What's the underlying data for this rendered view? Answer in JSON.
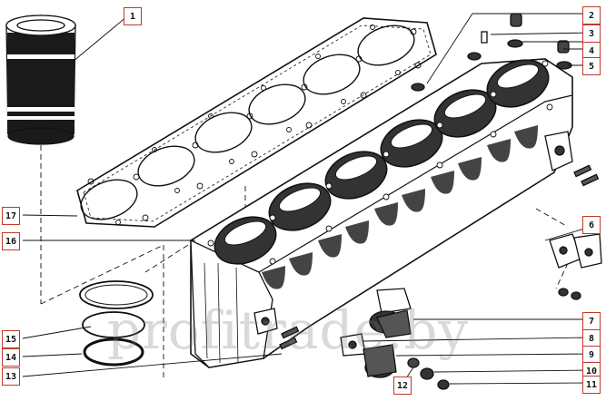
{
  "watermark": "profitrade.by",
  "colors": {
    "callout_border": "#c0392b",
    "line": "#111111",
    "bore": "#333333"
  },
  "callouts": {
    "c1": "1",
    "c2": "2",
    "c3": "3",
    "c4": "4",
    "c5": "5",
    "c6": "6",
    "c7": "7",
    "c8": "8",
    "c9": "9",
    "c10": "10",
    "c11": "11",
    "c12": "12",
    "c13": "13",
    "c14": "14",
    "c15": "15",
    "c16": "16",
    "c17": "17"
  }
}
